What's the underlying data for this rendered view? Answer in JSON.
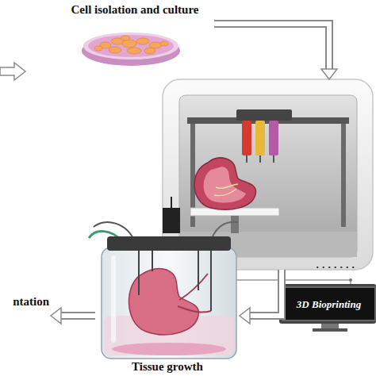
{
  "diagram": {
    "nodes": [
      {
        "text": [
          "Cell isolation and culture"
        ]
      },
      {
        "text": [
          "3D Bioprinting"
        ]
      },
      {
        "text": [
          "Tissue growth"
        ]
      },
      {
        "text": [
          "ntation"
        ]
      }
    ],
    "edges": [
      {
        "from": 0,
        "to": 1,
        "arrow": "to"
      },
      {
        "from": 1,
        "to": 2,
        "arrow": "to"
      },
      {
        "from": 2,
        "to": 3,
        "arrow": "to"
      }
    ]
  }
}
